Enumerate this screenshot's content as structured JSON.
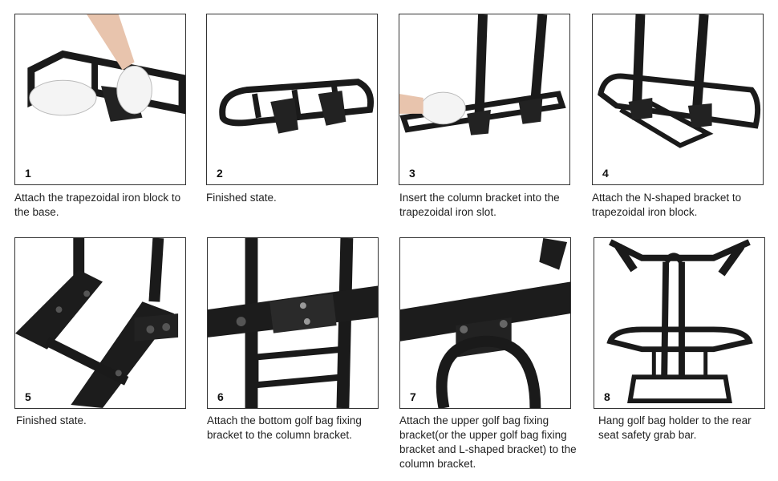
{
  "steps": [
    {
      "number": "1",
      "caption": "Attach the trapezoidal iron block to the base."
    },
    {
      "number": "2",
      "caption": "Finished state."
    },
    {
      "number": "3",
      "caption": "Insert the column bracket into the trapezoidal iron slot."
    },
    {
      "number": "4",
      "caption": "Attach the N-shaped bracket to trapezoidal iron block."
    },
    {
      "number": "5",
      "caption": "Finished state."
    },
    {
      "number": "6",
      "caption": "Attach the bottom golf bag fixing bracket to the column bracket."
    },
    {
      "number": "7",
      "caption": "Attach the upper golf bag fixing bracket(or the upper golf bag fixing bracket and L-shaped bracket) to the column bracket."
    },
    {
      "number": "8",
      "caption": "Hang golf bag holder to the rear seat safety grab bar."
    }
  ]
}
